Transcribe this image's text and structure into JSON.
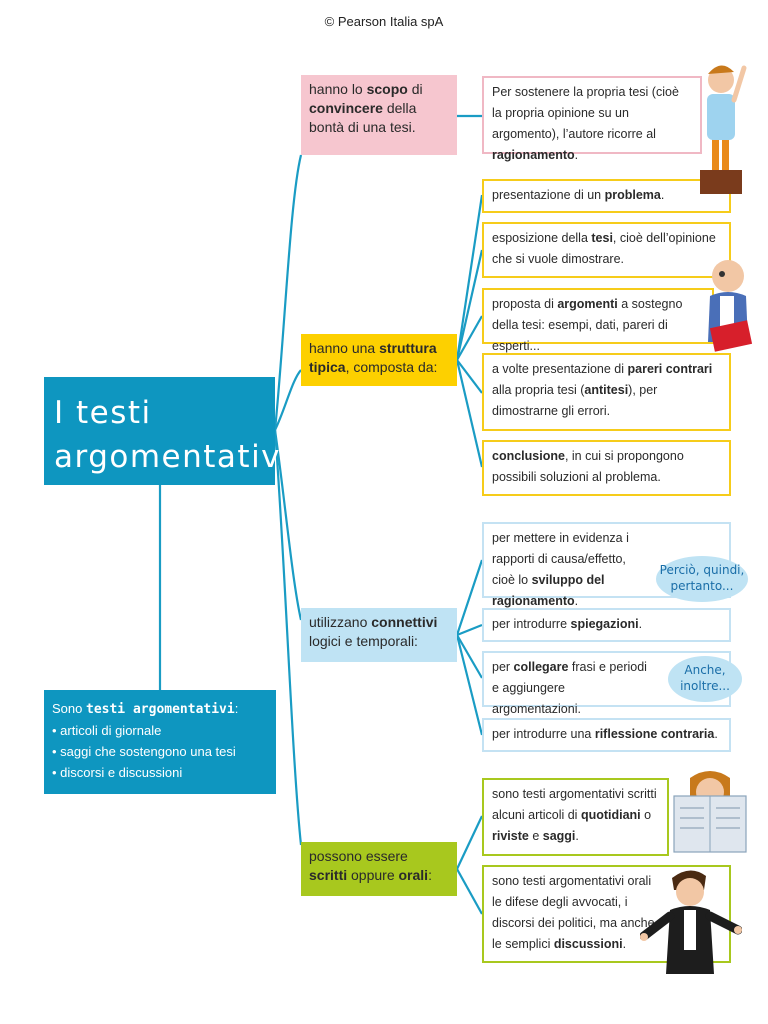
{
  "header": {
    "copyright": "© Pearson Italia spA"
  },
  "title": {
    "line1": "I testi",
    "line2": "argomentativi"
  },
  "definition": {
    "prefix": "Sono",
    "strong": "testi argomentativi",
    "suffix": ":",
    "items": [
      "• articoli di giornale",
      "• saggi che sostengono una tesi",
      "• discorsi e discussioni"
    ]
  },
  "branches": {
    "scopo": {
      "p1": "hanno lo ",
      "b1": "scopo",
      "p2": " di ",
      "b2": "convincere",
      "p3": " della bontà di una tesi."
    },
    "struttura": {
      "p1": "hanno una ",
      "b1": "struttura tipica",
      "p2": ", composta da:"
    },
    "connettivi": {
      "p1": "utilizzano ",
      "b1": "connettivi",
      "p2": " logici e temporali:"
    },
    "scritti": {
      "p1": "possono essere ",
      "b1": "scritti",
      "p2": " oppure ",
      "b2": "orali",
      "p3": ":"
    }
  },
  "leaves": {
    "scopo": {
      "p1": "Per sostenere la propria tesi (cioè la propria opinione su un argomento), l’autore ricorre al ",
      "b1": "ragionamento",
      "p2": "."
    },
    "struttura": [
      {
        "p1": "presentazione di un ",
        "b1": "problema",
        "p2": "."
      },
      {
        "p1": "esposizione della ",
        "b1": "tesi",
        "p2": ", cioè dell’opinione che si vuole dimostrare."
      },
      {
        "p1": "proposta di ",
        "b1": "argomenti",
        "p2": " a sostegno della tesi: esempi, dati, pareri di esperti..."
      },
      {
        "p1": "a volte presentazione di ",
        "b1": "pareri contrari",
        "p2": " alla propria tesi (",
        "b2": "antitesi",
        "p3": "), per dimostrarne gli errori."
      },
      {
        "p1": "",
        "b1": "conclusione",
        "p2": ", in cui si propongono possibili soluzioni al problema."
      }
    ],
    "connettivi": [
      {
        "p1": "per mettere in evidenza i rapporti di causa/effetto, cioè lo ",
        "b1": "sviluppo del ragionamento",
        "p2": "."
      },
      {
        "p1": "per introdurre ",
        "b1": "spiegazioni",
        "p2": "."
      },
      {
        "p1": "per ",
        "b1": "collegare",
        "p2": " frasi e periodi e aggiungere argomentazioni."
      },
      {
        "p1": "per introdurre una ",
        "b1": "riflessione contraria",
        "p2": "."
      }
    ],
    "scritti": [
      {
        "p1": "sono testi argomentativi scritti alcuni articoli di ",
        "b1": "quotidiani",
        "p2": " o ",
        "b2": "riviste",
        "p3": " e ",
        "b4": "saggi",
        "p4": "."
      },
      {
        "p1": "sono testi argomentativi orali le difese degli avvocati, i discorsi dei politici, ma anche le semplici ",
        "b1": "discussioni",
        "p2": "."
      }
    ]
  },
  "bubbles": {
    "causa": "Perciò, quindi, pertanto...",
    "aggiunta": "Anche, inoltre..."
  },
  "illustrations": [
    "boy-on-box-illustration",
    "man-with-book-illustration",
    "boy-reading-newspaper-illustration",
    "lawyer-illustration"
  ],
  "colors": {
    "title_bg": "#0e96c0",
    "pink": "#f6c6cf",
    "yellow": "#fdd000",
    "light_blue": "#bfe3f4",
    "green": "#a8c81e",
    "connector": "#1a9cc4"
  }
}
